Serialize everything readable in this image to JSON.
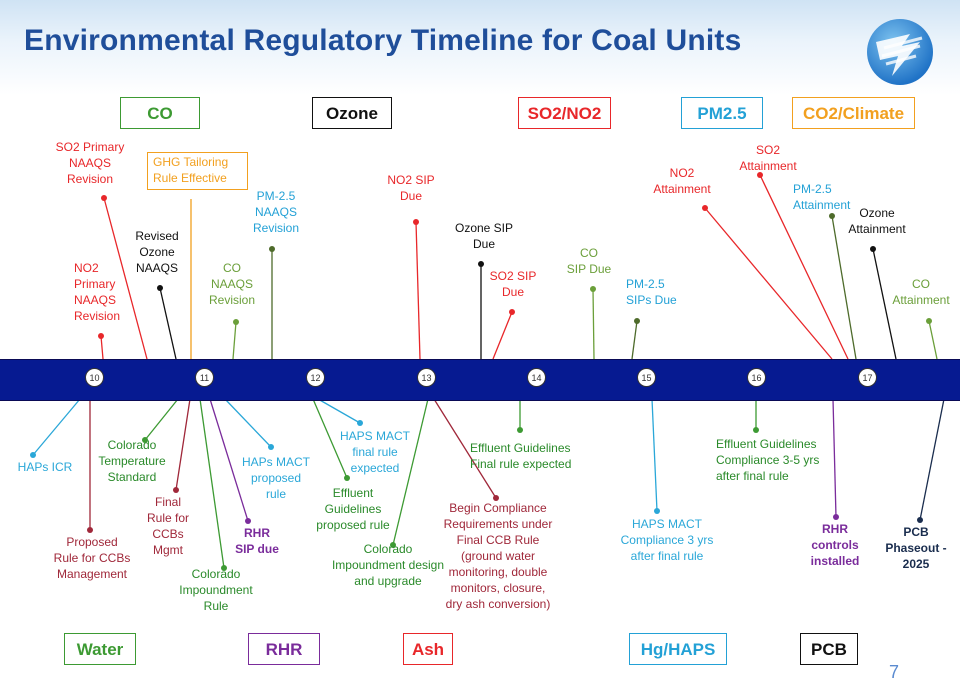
{
  "title": "Environmental Regulatory Timeline for Coal Units",
  "page_number": "7",
  "categories_top": [
    {
      "label": "CO",
      "color": "#3d9a33"
    },
    {
      "label": "Ozone",
      "color": "#111111"
    },
    {
      "label": "SO2/NO2",
      "color": "#e8272a"
    },
    {
      "label": "PM2.5",
      "color": "#23a1d6"
    },
    {
      "label": "CO2/Climate",
      "color": "#f2a01f"
    }
  ],
  "categories_bottom": [
    {
      "label": "Water",
      "color": "#3d9a33"
    },
    {
      "label": "RHR",
      "color": "#7a2c9b"
    },
    {
      "label": "Ash",
      "color": "#e8272a"
    },
    {
      "label": "Hg/HAPS",
      "color": "#23a1d6"
    },
    {
      "label": "PCB",
      "color": "#1a2d4e"
    }
  ],
  "years": [
    "10",
    "11",
    "12",
    "13",
    "14",
    "15",
    "16",
    "17"
  ],
  "annotations_top": {
    "so2_primary": [
      "SO2 Primary",
      "NAAQS",
      "Revision"
    ],
    "no2_primary": [
      "NO2",
      "Primary",
      "NAAQS",
      "Revision"
    ],
    "revised_ozone": [
      "Revised",
      "Ozone",
      "NAAQS"
    ],
    "ghg_tailoring": [
      "GHG Tailoring",
      "Rule Effective"
    ],
    "co_naaqs": [
      "CO",
      "NAAQS",
      "Revision"
    ],
    "pm25_naaqs": [
      "PM-2.5",
      "NAAQS",
      "Revision"
    ],
    "no2_sip": [
      "NO2 SIP",
      "Due"
    ],
    "ozone_sip": [
      "Ozone SIP",
      "Due"
    ],
    "so2_sip": [
      "SO2 SIP",
      "Due"
    ],
    "co_sip": [
      "CO",
      "SIP Due"
    ],
    "pm25_sips": [
      "PM-2.5",
      "SIPs Due"
    ],
    "no2_attain": [
      "NO2",
      "Attainment"
    ],
    "so2_attain": [
      "SO2",
      "Attainment"
    ],
    "pm25_attain": [
      "PM-2.5",
      "Attainment"
    ],
    "ozone_attain": [
      "Ozone",
      "Attainment"
    ],
    "co_attain": [
      "CO",
      "Attainment"
    ]
  },
  "annotations_bottom": {
    "haps_icr": [
      "HAPs  ICR"
    ],
    "proposed_ccb": [
      "Proposed",
      "Rule for CCBs",
      "Management"
    ],
    "colorado_temp": [
      "Colorado",
      "Temperature",
      "Standard"
    ],
    "final_ccb": [
      "Final",
      "Rule for",
      "CCBs",
      "Mgmt"
    ],
    "colorado_impound_rule": [
      "Colorado",
      "Impoundment",
      "Rule"
    ],
    "rhr_sip": [
      "RHR",
      "SIP due"
    ],
    "haps_mact_proposed": [
      "HAPs MACT",
      "proposed",
      "rule"
    ],
    "effluent_proposed": [
      "Effluent",
      "Guidelines",
      "proposed rule"
    ],
    "haps_mact_final": [
      "HAPS MACT",
      "final rule",
      "expected"
    ],
    "colorado_impound_design": [
      "Colorado",
      "Impoundment design",
      "and upgrade"
    ],
    "begin_compliance": [
      "Begin Compliance",
      "Requirements under",
      "Final CCB Rule",
      "(ground water",
      "monitoring, double",
      "monitors, closure,",
      "dry ash conversion)"
    ],
    "effluent_final": [
      "Effluent Guidelines",
      "Final rule expected"
    ],
    "haps_mact_compliance": [
      "HAPS MACT",
      "Compliance 3 yrs",
      "after final rule"
    ],
    "effluent_compliance": [
      "Effluent Guidelines",
      "Compliance 3-5 yrs",
      "after final rule"
    ],
    "rhr_controls": [
      "RHR",
      "controls",
      "installed"
    ],
    "pcb_phaseout": [
      "PCB",
      "Phaseout -",
      "2025"
    ]
  }
}
